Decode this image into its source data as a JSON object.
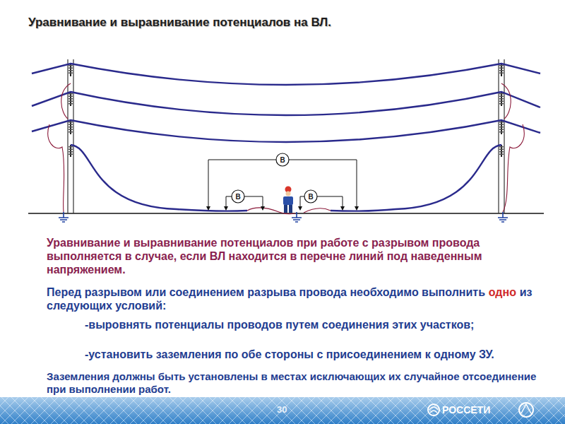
{
  "diagram": {
    "title": "Уравнивание и выравнивание потенциалов на ВЛ.",
    "nodes": [
      {
        "text": [
          "В"
        ]
      },
      {
        "text": [
          "В"
        ]
      },
      {
        "text": [
          "В"
        ]
      }
    ],
    "labels": [
      "Уравнивание и выравнивание потенциалов при работе с разрывом провода выполняется в случае, если ВЛ находится в перечне линий под наведенным напряжением.",
      "Перед разрывом или соединением разрыва провода необходимо выполнить",
      "одно",
      "из следующих условий:",
      "-выровнять потенциалы проводов путем соединения этих участков;",
      "-установить заземления по обе стороны с присоединением к одному ЗУ.",
      "Заземления должны быть установлены в местах исключающих их случайное отсоединение при выполнении работ.",
      "30",
      "РОССЕТИ"
    ]
  }
}
